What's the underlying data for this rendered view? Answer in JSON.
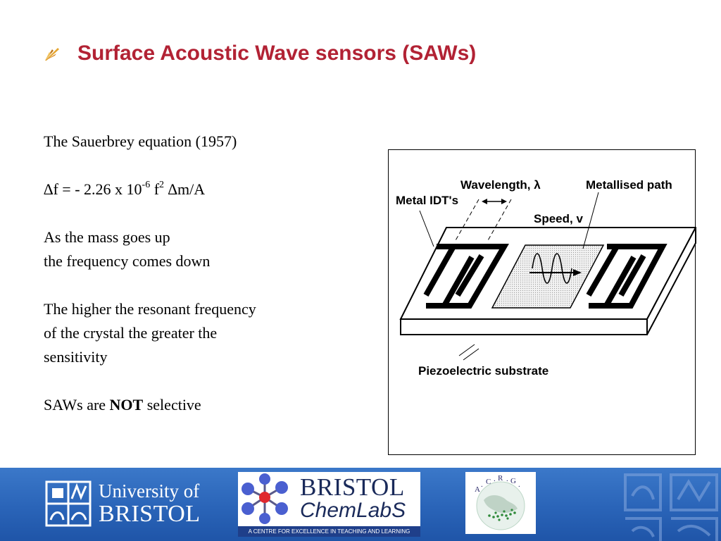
{
  "slide": {
    "title": "Surface Acoustic Wave sensors (SAWs)",
    "bullet_icon": "pen-nib-icon"
  },
  "body": {
    "equation_heading": "The Sauerbrey equation (1957)",
    "equation": {
      "lhs": "∆f = - 2.26 x 10",
      "exp1": "-6",
      "mid": " f",
      "exp2": "2",
      "rhs": " ∆m/A"
    },
    "mass_line1": "As the mass goes up",
    "mass_line2": "the frequency comes down",
    "resonant_line1": "The higher the resonant frequency",
    "resonant_line2": "of the crystal the greater the",
    "resonant_line3": "sensitivity",
    "selective_prefix": "SAWs are ",
    "selective_bold": "NOT",
    "selective_suffix": " selective"
  },
  "figure": {
    "label_idt": "Metal IDT's",
    "label_wavelength": "Wavelength, λ",
    "label_metallised": "Metallised path",
    "label_speed": "Speed, v",
    "label_substrate": "Piezoelectric substrate"
  },
  "footer": {
    "uob_line1": "University of",
    "uob_line2": "BRISTOL",
    "chem_title": "BRISTOL",
    "chem_subtitle": "ChemLabS",
    "chem_strip": "A CENTRE FOR EXCELLENCE IN TEACHING AND LEARNING",
    "acrg_letters": [
      "A",
      ".",
      "C",
      ".",
      "R",
      ".",
      "G",
      "."
    ],
    "background_color": "#2a64b8"
  }
}
